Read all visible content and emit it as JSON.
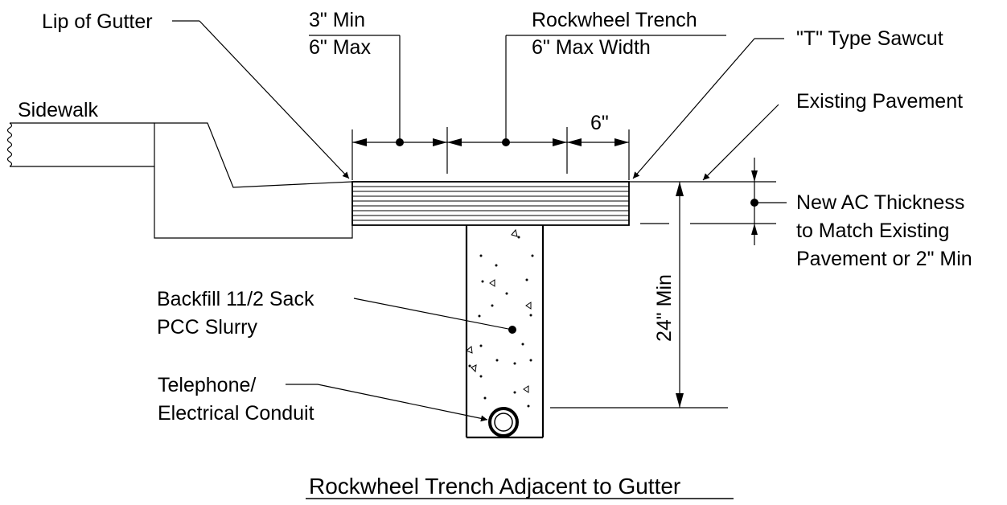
{
  "labels": {
    "lip_of_gutter": "Lip of Gutter",
    "min_3": "3\" Min",
    "max_6": "6\" Max",
    "rockwheel_trench": "Rockwheel Trench",
    "max_width": "6\" Max Width",
    "t_type_sawcut": "\"T\" Type Sawcut",
    "sidewalk": "Sidewalk",
    "existing_pavement": "Existing Pavement",
    "six_inch": "6\"",
    "new_ac_line1": "New AC Thickness",
    "new_ac_line2": "to Match Existing",
    "new_ac_line3": "Pavement or 2\" Min",
    "backfill_line1": "Backfill 11/2 Sack",
    "backfill_line2": "PCC Slurry",
    "depth": "24\" Min",
    "conduit_line1": "Telephone/",
    "conduit_line2": "Electrical Conduit"
  },
  "title": "Rockwheel Trench Adjacent to Gutter",
  "colors": {
    "line": "#000000",
    "background": "#ffffff"
  }
}
